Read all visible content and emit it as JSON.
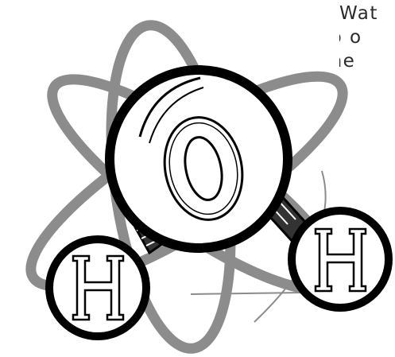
{
  "caption": {
    "lines": [
      "Wat",
      "up o",
      "one"
    ]
  },
  "molecule": {
    "center_atom": {
      "symbol": "O"
    },
    "bonded_atoms": [
      {
        "symbol": "H"
      },
      {
        "symbol": "H"
      }
    ]
  },
  "colors": {
    "orbit": "#8c8c8c",
    "outline": "#000000",
    "atom_fill": "#ffffff"
  }
}
